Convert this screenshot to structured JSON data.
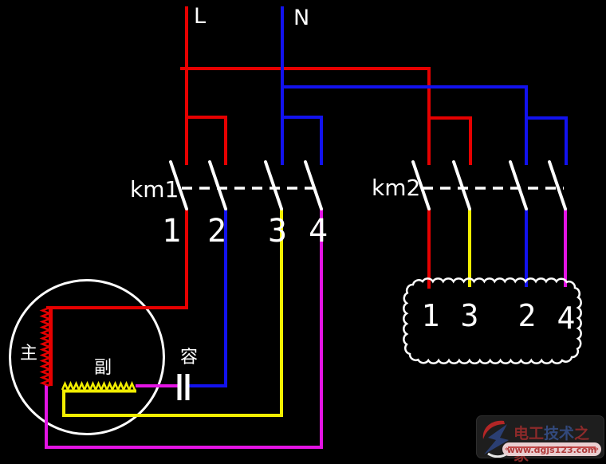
{
  "power": {
    "line_label": "L",
    "neutral_label": "N"
  },
  "contactors": {
    "km1": {
      "label": "km1",
      "terminals": [
        "1",
        "2",
        "3",
        "4"
      ]
    },
    "km2": {
      "label": "km2"
    }
  },
  "terminal_block": {
    "terminals": [
      "1",
      "3",
      "2",
      "4"
    ]
  },
  "motor": {
    "main_winding_label": "主",
    "aux_winding_label": "副"
  },
  "capacitor": {
    "label": "容"
  },
  "colors": {
    "live_red": "#e60000",
    "neutral_blue": "#1212ee",
    "wire_yellow": "#f2ee00",
    "wire_magenta": "#e414e4",
    "symbol_white": "#ffffff"
  },
  "watermark": {
    "site_name_part1": "电工",
    "site_name_part2": "技术",
    "site_name_part3": "之家",
    "url": "www.dgjs123.com",
    "badge_bg": "#1e1e1e",
    "name_red": "#8c2a2a",
    "name_blue": "#32497c",
    "pill_bg": "#e9cfd1",
    "url_red": "#b03a3a",
    "strike_red": "#c24848"
  }
}
